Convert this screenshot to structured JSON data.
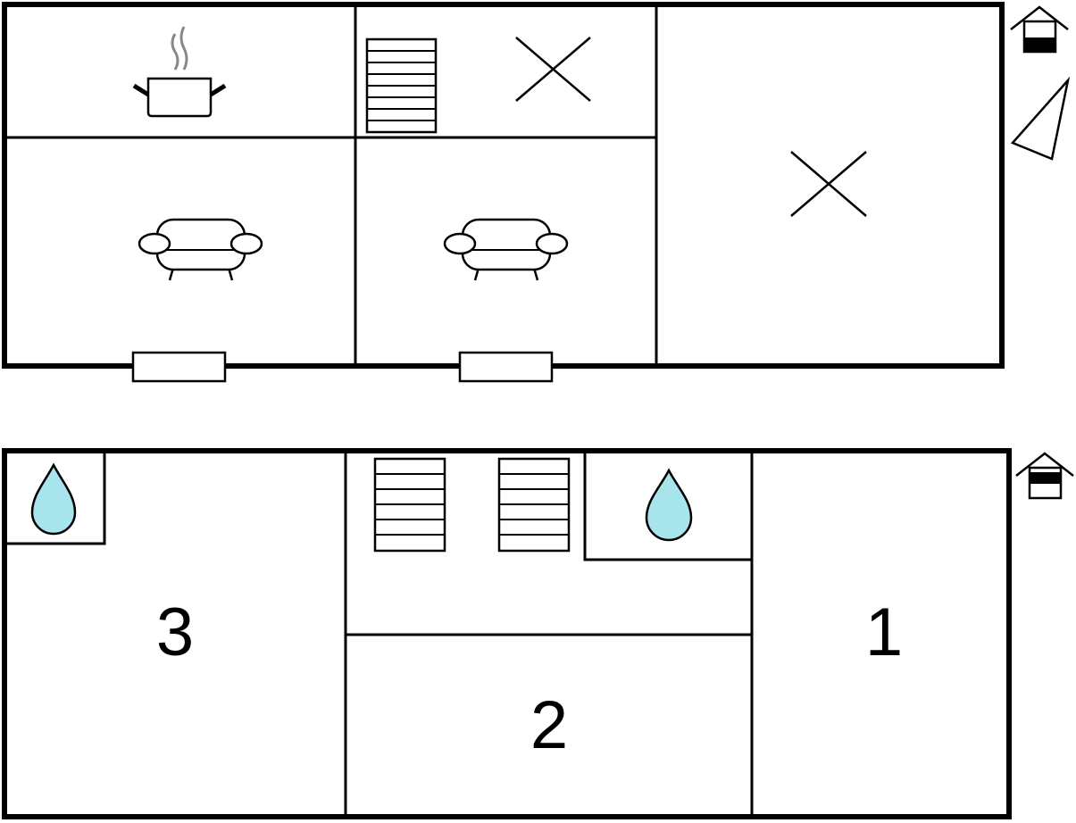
{
  "colors": {
    "wall": "#000000",
    "background": "#ffffff",
    "water": "#a8e4ec",
    "steam": "#888888"
  },
  "floors": [
    {
      "name": "upper-floor",
      "icons": [
        "kitchen-pot-icon",
        "staircase-icon",
        "unused-room-x-icon",
        "sofa-icon",
        "sofa-icon",
        "unused-room-x-icon",
        "window-icon",
        "window-icon",
        "floor-level-icon",
        "compass-triangle-icon"
      ]
    },
    {
      "name": "lower-floor",
      "icons": [
        "water-drop-icon",
        "staircase-icon",
        "staircase-icon",
        "water-drop-icon",
        "floor-level-icon"
      ],
      "rooms": [
        {
          "label": "3"
        },
        {
          "label": "2"
        },
        {
          "label": "1"
        }
      ]
    }
  ]
}
